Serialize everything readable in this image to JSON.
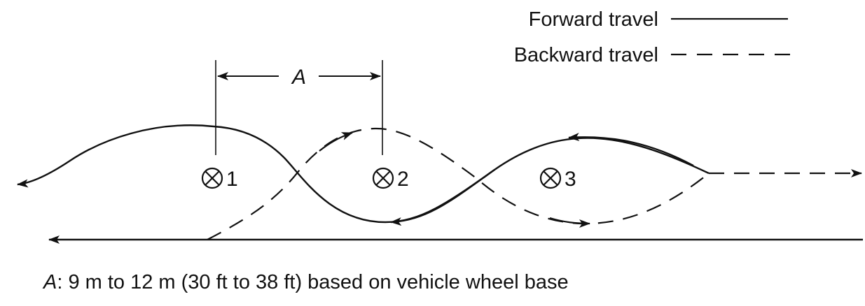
{
  "legend": {
    "forward_label": "Forward travel",
    "backward_label": "Backward travel"
  },
  "dimension": {
    "label": "A"
  },
  "markers": [
    {
      "number": "1"
    },
    {
      "number": "2"
    },
    {
      "number": "3"
    }
  ],
  "caption": {
    "variable": "A",
    "text": ": 9 m to 12 m (30 ft to 38 ft) based on vehicle wheel base"
  }
}
